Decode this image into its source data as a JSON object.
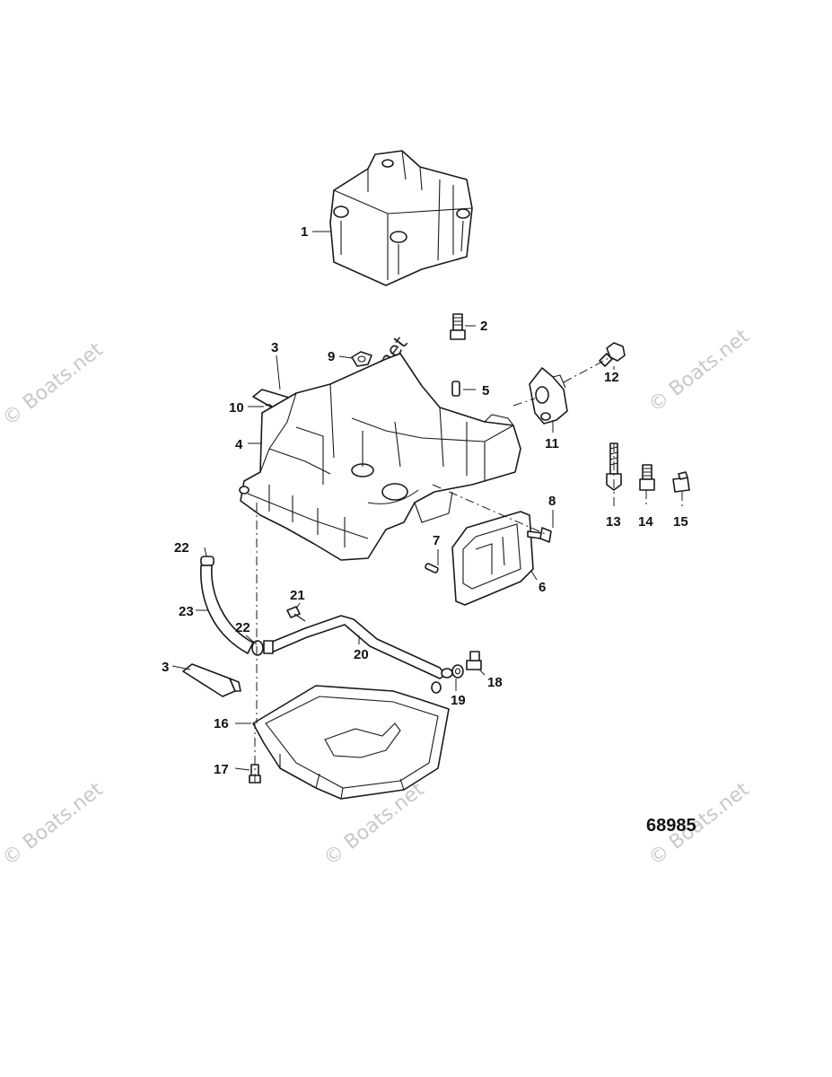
{
  "diagram": {
    "figure_number": "68985",
    "watermark": "© Boats.net",
    "callouts": {
      "c1": "1",
      "c2": "2",
      "c3a": "3",
      "c3b": "3",
      "c4": "4",
      "c5": "5",
      "c6": "6",
      "c7": "7",
      "c8": "8",
      "c9": "9",
      "c10": "10",
      "c11": "11",
      "c12": "12",
      "c13": "13",
      "c14": "14",
      "c15": "15",
      "c16": "16",
      "c17": "17",
      "c18": "18",
      "c19": "19",
      "c20": "20",
      "c21": "21",
      "c22a": "22",
      "c22b": "22",
      "c23": "23"
    }
  }
}
